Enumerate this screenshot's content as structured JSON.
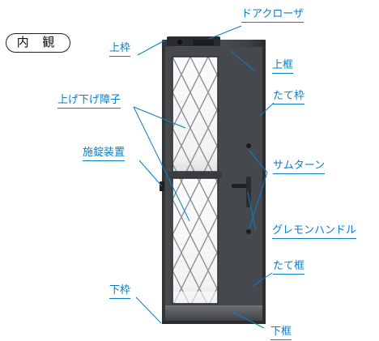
{
  "view_label": "内 観",
  "labels": {
    "door_closer": "ドアクローザ",
    "upper_jamb": "上枠",
    "upper_rail": "上框",
    "vertical_jamb": "たて枠",
    "glazing_bars": "上げ下げ障子",
    "thumb_turn": "サムターン",
    "lock_device": "施錠装置",
    "lever_handle": "グレモンハンドル",
    "vertical_stile": "たて框",
    "lower_jamb": "下枠",
    "lower_rail": "下框"
  },
  "colors": {
    "label": "#0b7dc4",
    "leader": "#0b7dc4",
    "frame": "#4a4d52",
    "frame_dark": "#2c2e31",
    "lattice": "#8f9296",
    "glass_top": "#fafafa",
    "glass_bottom": "#e6e7e8"
  }
}
